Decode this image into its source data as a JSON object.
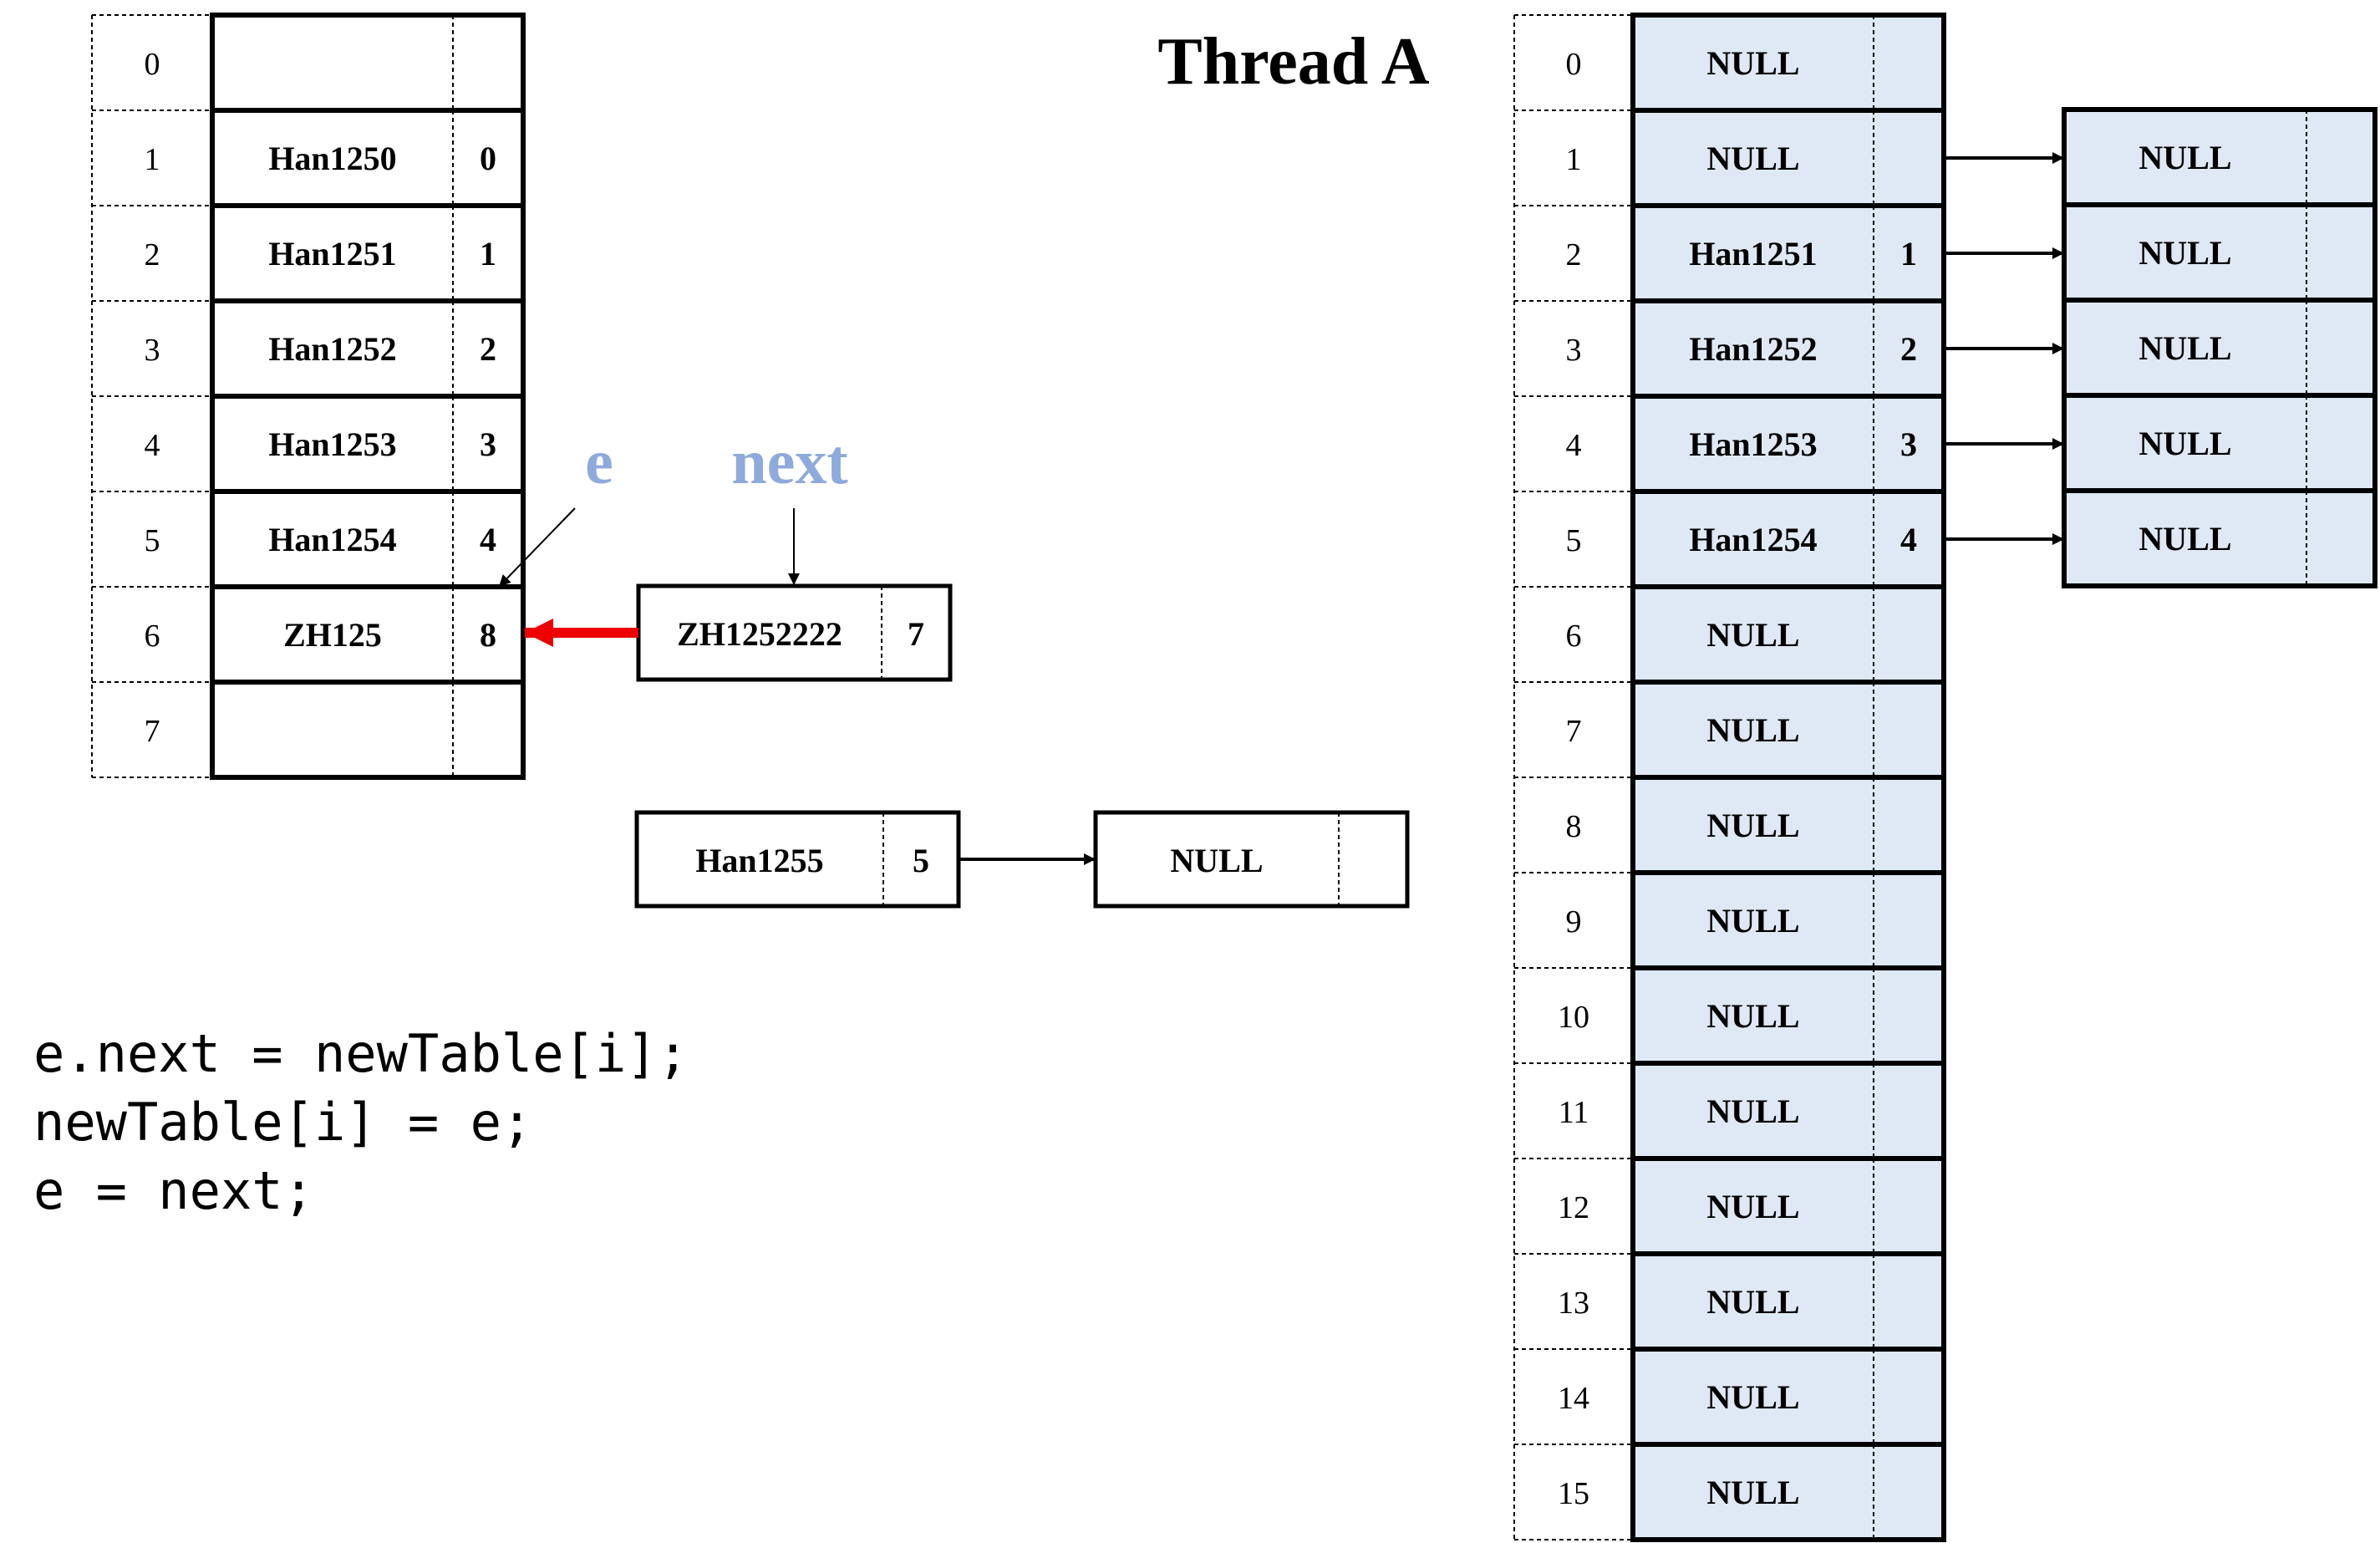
{
  "title": "Thread A",
  "old_table": {
    "indices": [
      "0",
      "1",
      "2",
      "3",
      "4",
      "5",
      "6",
      "7"
    ],
    "rows": [
      {
        "key": "",
        "val": ""
      },
      {
        "key": "Han1250",
        "val": "0"
      },
      {
        "key": "Han1251",
        "val": "1"
      },
      {
        "key": "Han1252",
        "val": "2"
      },
      {
        "key": "Han1253",
        "val": "3"
      },
      {
        "key": "Han1254",
        "val": "4"
      },
      {
        "key": "ZH125",
        "val": "8"
      },
      {
        "key": "",
        "val": ""
      }
    ]
  },
  "pointers": {
    "e_label": "e",
    "next_label": "next",
    "pointer_color": "#8eaadb"
  },
  "next_node": {
    "key": "ZH1252222",
    "val": "7"
  },
  "han1255_node": {
    "key": "Han1255",
    "val": "5"
  },
  "han1255_null": {
    "key": "NULL",
    "val": ""
  },
  "code_lines": [
    "e.next = newTable[i];",
    "newTable[i] = e;",
    "e = next;"
  ],
  "new_table": {
    "indices": [
      "0",
      "1",
      "2",
      "3",
      "4",
      "5",
      "6",
      "7",
      "8",
      "9",
      "10",
      "11",
      "12",
      "13",
      "14",
      "15"
    ],
    "rows": [
      {
        "key": "NULL",
        "val": ""
      },
      {
        "key": "NULL",
        "val": ""
      },
      {
        "key": "Han1251",
        "val": "1"
      },
      {
        "key": "Han1252",
        "val": "2"
      },
      {
        "key": "Han1253",
        "val": "3"
      },
      {
        "key": "Han1254",
        "val": "4"
      },
      {
        "key": "NULL",
        "val": ""
      },
      {
        "key": "NULL",
        "val": ""
      },
      {
        "key": "NULL",
        "val": ""
      },
      {
        "key": "NULL",
        "val": ""
      },
      {
        "key": "NULL",
        "val": ""
      },
      {
        "key": "NULL",
        "val": ""
      },
      {
        "key": "NULL",
        "val": ""
      },
      {
        "key": "NULL",
        "val": ""
      },
      {
        "key": "NULL",
        "val": ""
      },
      {
        "key": "NULL",
        "val": ""
      }
    ]
  },
  "chain_nodes": [
    {
      "key": "NULL",
      "val": ""
    },
    {
      "key": "NULL",
      "val": ""
    },
    {
      "key": "NULL",
      "val": ""
    },
    {
      "key": "NULL",
      "val": ""
    },
    {
      "key": "NULL",
      "val": ""
    }
  ],
  "colors": {
    "cell_fill": "#dee9f5",
    "highlight_arrow": "#ee0000",
    "line": "#000000"
  }
}
